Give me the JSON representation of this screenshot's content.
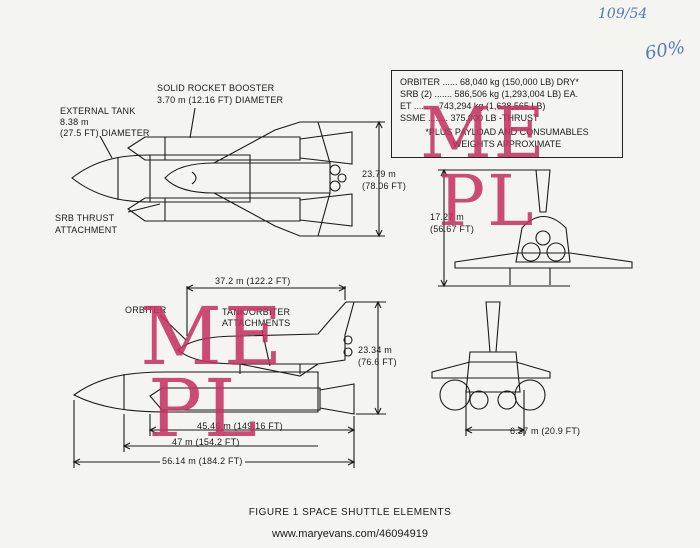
{
  "handwriting": {
    "top": "109/54",
    "side": "60%"
  },
  "top_view": {
    "srb_label_1": "SOLID ROCKET BOOSTER",
    "srb_label_2": "3.70 m (12.16 FT) DIAMETER",
    "et_label_1": "EXTERNAL TANK",
    "et_label_2": "8.38 m",
    "et_label_3": "(27.5 FT) DIAMETER",
    "span_1": "23.79 m",
    "span_2": "(78.06 FT)",
    "attach_1": "SRB THRUST",
    "attach_2": "ATTACHMENT"
  },
  "weights": {
    "rows": [
      "ORBITER ...... 68,040 kg (150,000 LB) DRY*",
      "SRB (2) ....... 586,506 kg (1,293,004 LB) EA.",
      "ET ......... 743,294 kg (1,638,565 LB)",
      "SSME ........ 375,000 LB -THRUST"
    ],
    "note_1": "*PLUS PAYLOAD AND CONSUMABLES",
    "note_2": "WEIGHTS APPROXIMATE"
  },
  "front_view": {
    "height_1": "17.27 m",
    "height_2": "(56.67 FT)",
    "width": "6.37 m (20.9 FT)"
  },
  "side_view": {
    "orbiter_label": "ORBITER",
    "attach_1": "TANK/ORBITER",
    "attach_2": "ATTACHMENTS",
    "orbiter_length": "37.2 m (122.2 FT)",
    "height_1": "23.34 m",
    "height_2": "(76.6 FT)",
    "srb_length": "45.46 m (149.16 FT)",
    "et_length": "47 m (154.2 FT)",
    "total_length": "56.14 m (184.2 FT)"
  },
  "watermark": {
    "line_a": "ME",
    "line_b": "PL"
  },
  "caption": "FIGURE 1 SPACE SHUTTLE ELEMENTS",
  "site": "www.maryevans.com/46094919",
  "colors": {
    "ink": "#1a1a1a",
    "paper": "#f4f4f1",
    "watermark": "#c4305f",
    "handwriting": "#5a78b8"
  }
}
